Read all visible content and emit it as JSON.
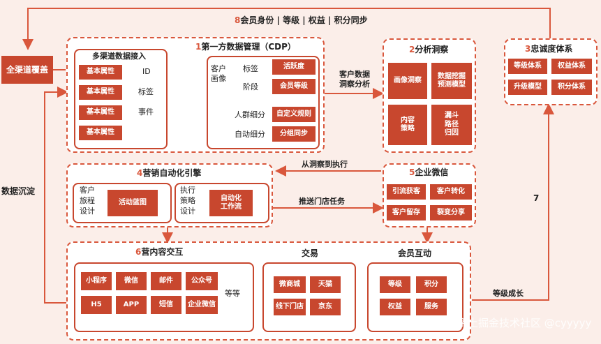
{
  "top_loop": {
    "num": "8",
    "label": "会员身份 | 等级 | 权益 | 积分同步"
  },
  "left": {
    "coverage": "全渠道覆盖",
    "sediment": "数据沉淀"
  },
  "cdp": {
    "num": "1",
    "title": "第一方数据管理（CDP）",
    "multi_channel_title": "多渠道数据接入",
    "attr_tags": [
      "基本属性",
      "基本属性",
      "基本属性",
      "基本属性"
    ],
    "data_types": [
      "ID",
      "标签",
      "事件"
    ],
    "portrait": [
      "客户",
      "画像"
    ],
    "rows": [
      {
        "label": "标签",
        "tag": "活跃度"
      },
      {
        "label": "阶段",
        "tag": "会员等级"
      },
      {
        "label": "人群细分",
        "tag": "自定义规则"
      },
      {
        "label": "自动细分",
        "tag": "分组同步"
      }
    ]
  },
  "insight_link": [
    "客户数据",
    "洞察分析"
  ],
  "analysis": {
    "num": "2",
    "title": "分析洞察",
    "tags": [
      [
        "画像洞察"
      ],
      [
        "数据挖掘",
        "预测模型"
      ],
      [
        "内容",
        "策略"
      ],
      [
        "漏斗",
        "路径",
        "归因"
      ]
    ]
  },
  "loyalty": {
    "num": "3",
    "title": "忠诚度体系",
    "tags": [
      "等级体系",
      "权益体系",
      "升级模型",
      "积分体系"
    ]
  },
  "exec_link": "从洞察到执行",
  "marketing": {
    "num": "4",
    "title": "营销自动化引擎",
    "journey": [
      "客户",
      "旅程",
      "设计"
    ],
    "journey_tag": "活动蓝图",
    "strategy": [
      "执行",
      "策略",
      "设计"
    ],
    "strategy_tag": [
      "自动化",
      "工作流"
    ]
  },
  "push_link": "推送门店任务",
  "wecom": {
    "num": "5",
    "title": "企业微信",
    "tags": [
      "引流获客",
      "客户转化",
      "客户留存",
      "裂变分享"
    ]
  },
  "interaction": {
    "num": "6",
    "title": "营内容交互",
    "channels": [
      "小程序",
      "微信",
      "邮件",
      "公众号",
      "H5",
      "APP",
      "短信",
      "企业微信"
    ],
    "etc": "等等",
    "trade_title": "交易",
    "trade_tags": [
      "微商城",
      "天猫",
      "线下门店",
      "京东"
    ],
    "member_title": "会员互动",
    "member_tags": [
      "等级",
      "积分",
      "权益",
      "服务"
    ]
  },
  "seven": "7",
  "growth_link": "等级成长",
  "watermark": "@稀土掘金技术社区 @cyyyyy"
}
